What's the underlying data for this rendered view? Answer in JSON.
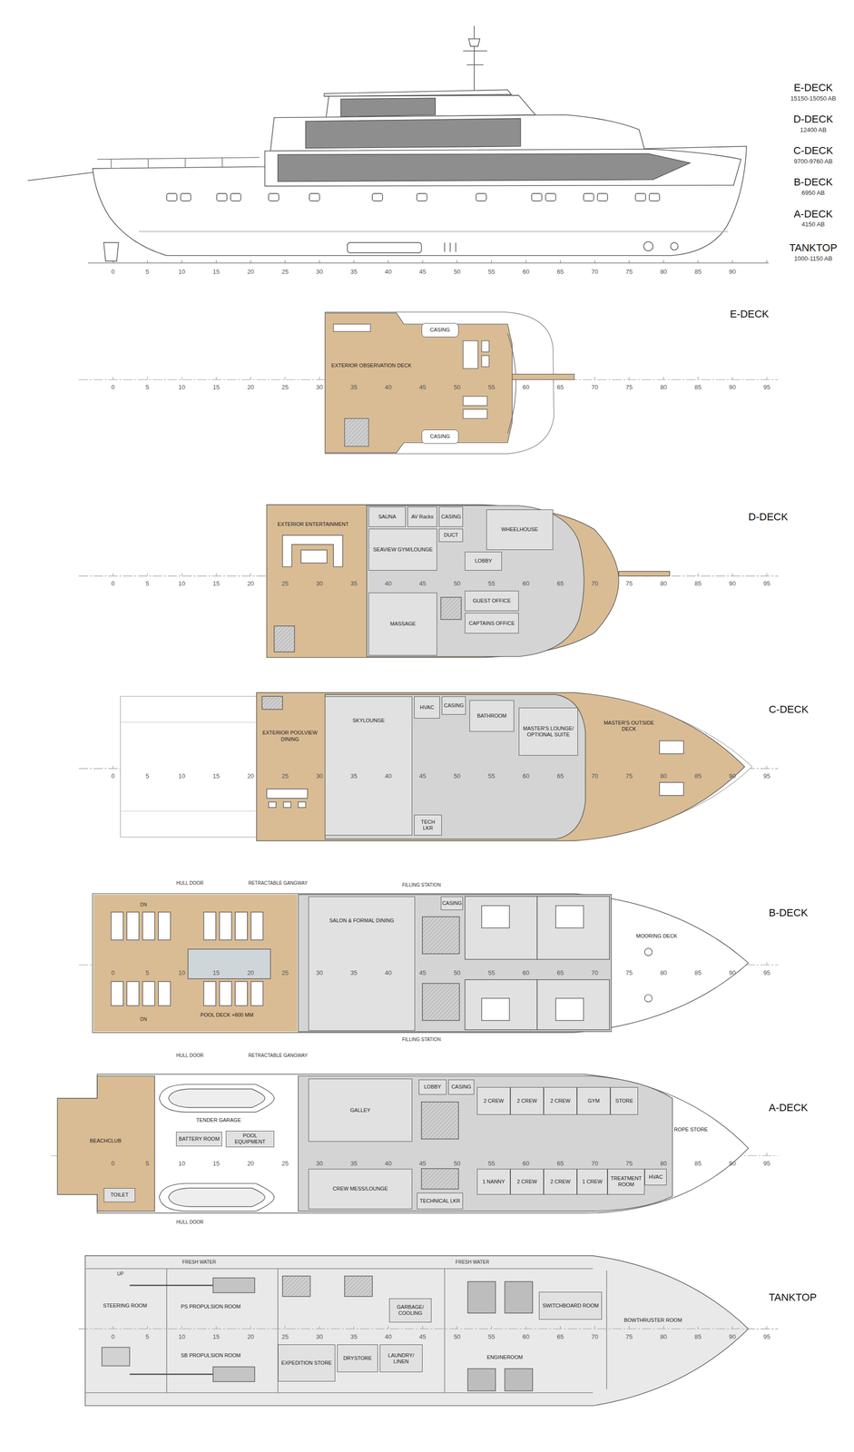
{
  "diagram": {
    "nodes": [
      {
        "text": [
          "E-DECK"
        ]
      },
      {
        "text": [
          "CASING"
        ],
        "in": 0
      },
      {
        "text": [
          "EXTERIOR OBSERVATION DECK"
        ],
        "in": 0
      },
      {
        "text": [
          "CASING"
        ],
        "in": 0
      },
      {
        "text": [
          "D-DECK"
        ]
      },
      {
        "text": [
          "EXTERIOR ENTERTAINMENT"
        ],
        "in": 4
      },
      {
        "text": [
          "SAUNA"
        ],
        "in": 4
      },
      {
        "text": [
          "AV Racks"
        ],
        "in": 4
      },
      {
        "text": [
          "CASING"
        ],
        "in": 4
      },
      {
        "text": [
          "SEAVIEW GYM/LOUNGE"
        ],
        "in": 4
      },
      {
        "text": [
          "DUCT"
        ],
        "in": 4
      },
      {
        "text": [
          "WHEELHOUSE"
        ],
        "in": 4
      },
      {
        "text": [
          "LOBBY"
        ],
        "in": 4
      },
      {
        "text": [
          "MASSAGE"
        ],
        "in": 4
      },
      {
        "text": [
          "GUEST OFFICE"
        ],
        "in": 4
      },
      {
        "text": [
          "CAPTAINS OFFICE"
        ],
        "in": 4
      },
      {
        "text": [
          "C-DECK"
        ]
      },
      {
        "text": [
          "EXTERIOR POOLVIEW DINING"
        ],
        "in": 16
      },
      {
        "text": [
          "SKYLOUNGE"
        ],
        "in": 16
      },
      {
        "text": [
          "HVAC"
        ],
        "in": 16
      },
      {
        "text": [
          "CASING"
        ],
        "in": 16
      },
      {
        "text": [
          "TECH LKR"
        ],
        "in": 16
      },
      {
        "text": [
          "BATHROOM"
        ],
        "in": 16
      },
      {
        "text": [
          "MASTER'S LOUNGE/ OPTIONAL SUITE"
        ],
        "in": 16
      },
      {
        "text": [
          "MASTER'S OUTSIDE DECK"
        ],
        "in": 16
      },
      {
        "text": [
          "B-DECK"
        ]
      },
      {
        "text": [
          "POOL DECK +800 MM"
        ],
        "in": 25
      },
      {
        "text": [
          "SALON & FORMAL DINING"
        ],
        "in": 25
      },
      {
        "text": [
          "CASING"
        ],
        "in": 25
      },
      {
        "text": [
          "MOORING DECK"
        ],
        "in": 25
      },
      {
        "text": [
          "A-DECK"
        ]
      },
      {
        "text": [
          "TENDER GARAGE"
        ],
        "in": 30
      },
      {
        "text": [
          "BEACHCLUB"
        ],
        "in": 30
      },
      {
        "text": [
          "BATTERY ROOM"
        ],
        "in": 30
      },
      {
        "text": [
          "POOL EQUIPMENT"
        ],
        "in": 30
      },
      {
        "text": [
          "TOILET"
        ],
        "in": 30
      },
      {
        "text": [
          "GALLEY"
        ],
        "in": 30
      },
      {
        "text": [
          "CREW MESS/LOUNGE"
        ],
        "in": 30
      },
      {
        "text": [
          "LOBBY"
        ],
        "in": 30
      },
      {
        "text": [
          "CASING"
        ],
        "in": 30
      },
      {
        "text": [
          "TECHNICAL LKR"
        ],
        "in": 30
      },
      {
        "text": [
          "2 CREW"
        ],
        "in": 30
      },
      {
        "text": [
          "2 CREW"
        ],
        "in": 30
      },
      {
        "text": [
          "2 CREW"
        ],
        "in": 30
      },
      {
        "text": [
          "GYM"
        ],
        "in": 30
      },
      {
        "text": [
          "STORE"
        ],
        "in": 30
      },
      {
        "text": [
          "1 NANNY"
        ],
        "in": 30
      },
      {
        "text": [
          "2 CREW"
        ],
        "in": 30
      },
      {
        "text": [
          "2 CREW"
        ],
        "in": 30
      },
      {
        "text": [
          "1 CREW"
        ],
        "in": 30
      },
      {
        "text": [
          "TREATMENT ROOM"
        ],
        "in": 30
      },
      {
        "text": [
          "HVAC"
        ],
        "in": 30
      },
      {
        "text": [
          "ROPE STORE"
        ],
        "in": 30
      },
      {
        "text": [
          "TANKTOP"
        ]
      },
      {
        "text": [
          "STEERING ROOM"
        ],
        "in": 53
      },
      {
        "text": [
          "PS PROPULSION ROOM"
        ],
        "in": 53
      },
      {
        "text": [
          "SB PROPULSION ROOM"
        ],
        "in": 53
      },
      {
        "text": [
          "EXPEDITION STORE"
        ],
        "in": 53
      },
      {
        "text": [
          "DRYSTORE"
        ],
        "in": 53
      },
      {
        "text": [
          "LAUNDRY/ LINEN"
        ],
        "in": 53
      },
      {
        "text": [
          "GARBAGE/ COOLING"
        ],
        "in": 53
      },
      {
        "text": [
          "ENGINEROOM"
        ],
        "in": 53
      },
      {
        "text": [
          "SWITCHBOARD ROOM"
        ],
        "in": 53
      },
      {
        "text": [
          "BOWTHRUSTER ROOM"
        ],
        "in": 53
      }
    ],
    "labels": [
      "E-DECK",
      "15150-15050 AB",
      "D-DECK",
      "12400 AB",
      "C-DECK",
      "9700-9760 AB",
      "B-DECK",
      "6950 AB",
      "A-DECK",
      "4150 AB",
      "TANKTOP",
      "1000-1150 AB",
      "0",
      "5",
      "10",
      "15",
      "20",
      "25",
      "30",
      "35",
      "40",
      "45",
      "50",
      "55",
      "60",
      "65",
      "70",
      "75",
      "80",
      "85",
      "90",
      "0",
      "5",
      "10",
      "15",
      "20",
      "25",
      "30",
      "35",
      "40",
      "45",
      "50",
      "55",
      "60",
      "65",
      "70",
      "75",
      "80",
      "85",
      "90",
      "95",
      "0",
      "5",
      "10",
      "15",
      "20",
      "25",
      "30",
      "35",
      "40",
      "45",
      "50",
      "55",
      "60",
      "65",
      "70",
      "75",
      "80",
      "85",
      "90",
      "95",
      "0",
      "5",
      "10",
      "15",
      "20",
      "25",
      "30",
      "35",
      "40",
      "45",
      "50",
      "55",
      "60",
      "65",
      "70",
      "75",
      "80",
      "85",
      "90",
      "95",
      "0",
      "5",
      "10",
      "15",
      "20",
      "25",
      "30",
      "35",
      "40",
      "45",
      "50",
      "55",
      "60",
      "65",
      "70",
      "75",
      "80",
      "85",
      "90",
      "95",
      "0",
      "5",
      "10",
      "15",
      "20",
      "25",
      "30",
      "35",
      "40",
      "45",
      "50",
      "55",
      "60",
      "65",
      "70",
      "75",
      "80",
      "85",
      "90",
      "95",
      "0",
      "5",
      "10",
      "15",
      "20",
      "25",
      "30",
      "35",
      "40",
      "45",
      "50",
      "55",
      "60",
      "65",
      "70",
      "75",
      "80",
      "85",
      "90",
      "95",
      "HULL DOOR",
      "RETRACTABLE GANGWAY",
      "FILLING STATION",
      "FILLING STATION",
      "DN",
      "DN",
      "HULL DOOR",
      "RETRACTABLE GANGWAY",
      "HULL DOOR",
      "UP",
      "FRESH WATER",
      "FRESH WATER"
    ]
  }
}
